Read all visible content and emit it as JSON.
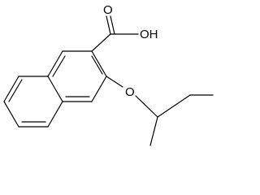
{
  "molecule": {
    "atom_labels": {
      "carbonyl_oxygen": "O",
      "hydroxyl": "OH",
      "ether_oxygen": "O"
    },
    "line_color": "#000000",
    "background_color": "#ffffff"
  }
}
